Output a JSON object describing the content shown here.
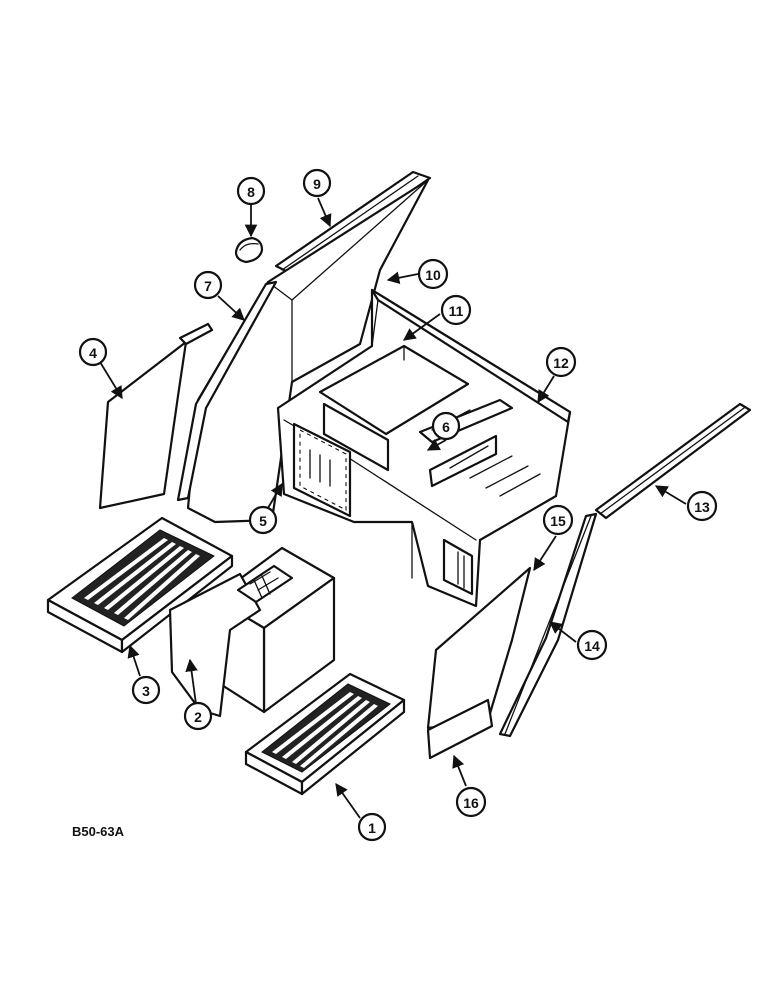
{
  "figure": {
    "reference_code": "B50-63A"
  },
  "callouts": [
    {
      "id": "callout-1",
      "label": "1"
    },
    {
      "id": "callout-2",
      "label": "2"
    },
    {
      "id": "callout-3",
      "label": "3"
    },
    {
      "id": "callout-4",
      "label": "4"
    },
    {
      "id": "callout-5",
      "label": "5"
    },
    {
      "id": "callout-6",
      "label": "6"
    },
    {
      "id": "callout-7",
      "label": "7"
    },
    {
      "id": "callout-8",
      "label": "8"
    },
    {
      "id": "callout-9",
      "label": "9"
    },
    {
      "id": "callout-10",
      "label": "10"
    },
    {
      "id": "callout-11",
      "label": "11"
    },
    {
      "id": "callout-12",
      "label": "12"
    },
    {
      "id": "callout-13",
      "label": "13"
    },
    {
      "id": "callout-14",
      "label": "14"
    },
    {
      "id": "callout-15",
      "label": "15"
    },
    {
      "id": "callout-16",
      "label": "16"
    }
  ]
}
